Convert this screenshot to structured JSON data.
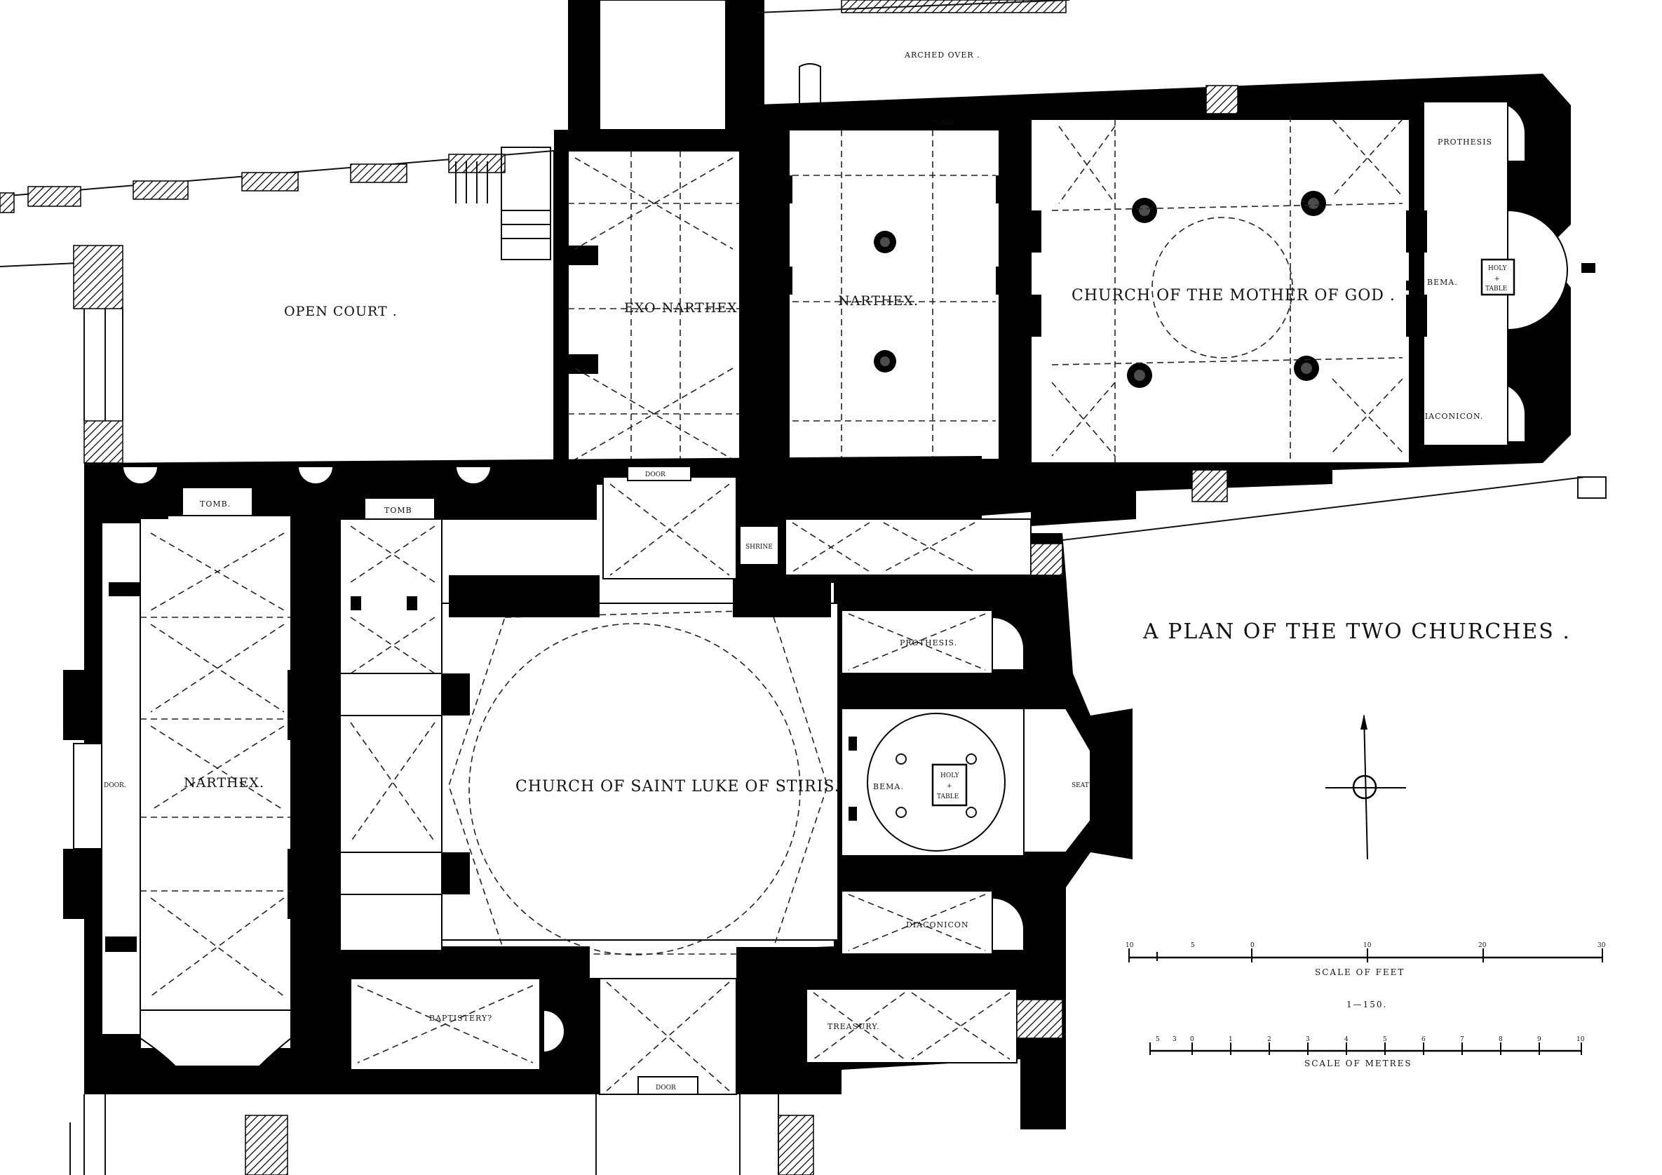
{
  "title": "A PLAN OF THE TWO CHURCHES .",
  "labels": {
    "arched_over": "ARCHED OVER .",
    "tomb_top": "TOMB.",
    "prothesis_upper": "PROTHESIS",
    "open_court": "OPEN COURT .",
    "exo_narthex": "EXO-NARTHEX",
    "narthex_upper": "NARTHEX.",
    "church_mother": "CHURCH OF THE MOTHER OF GOD .",
    "bema_upper": "BEMA.",
    "holy_table_upper_1": "HOLY",
    "holy_table_upper_2": "+",
    "holy_table_upper_3": "TABLE",
    "diaconicon_upper": "DIACONICON.",
    "tomb_left": "TOMB.",
    "tomb_mid": "TOMB",
    "door_top": "DOOR",
    "shrine": "SHRINE",
    "prothesis_lower": "PROTHESIS.",
    "narthex_lower": "NARTHEX.",
    "door_left": "DOOR.",
    "church_luke": "CHURCH OF SAINT LUKE OF STIRIS.",
    "bema_lower": "BEMA.",
    "holy_table_lower_1": "HOLY",
    "holy_table_lower_2": "+",
    "holy_table_lower_3": "TABLE",
    "seat": "SEAT",
    "diaconicon_lower": "DIACONICON",
    "baptistery": "BAPTISTERY?",
    "treasury": "TREASURY.",
    "door_bottom": "DOOR",
    "scale_feet": "SCALE OF FEET",
    "scale_ratio": "1—150.",
    "scale_metres": "SCALE OF METRES"
  },
  "scale_feet_ticks": [
    "10",
    "5",
    "0",
    "10",
    "20",
    "30"
  ],
  "scale_metres_ticks": [
    "5",
    "3",
    "0",
    "1",
    "2",
    "3",
    "4",
    "5",
    "6",
    "7",
    "8",
    "9",
    "10"
  ]
}
